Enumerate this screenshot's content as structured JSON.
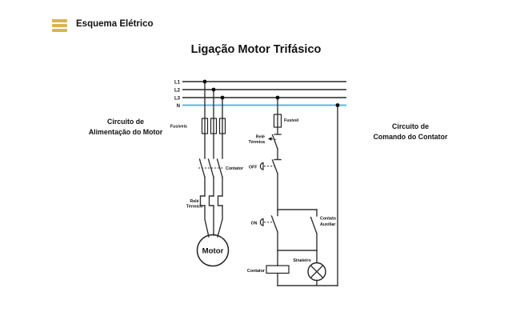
{
  "header": {
    "menu_icon": "hamburger-menu-icon",
    "app_title": "Esquema Elétrico"
  },
  "title": "Ligação Motor Trifásico",
  "colors": {
    "accent_gold": "#D9B452",
    "neutral_wire_blue": "#56B8E6",
    "wire_black": "#333333"
  },
  "bus": {
    "labels": [
      "L1",
      "L2",
      "L3",
      "N"
    ]
  },
  "sections": {
    "left": {
      "line1": "Circuito de",
      "line2": "Alimentação do Motor"
    },
    "right": {
      "line1": "Circuito de",
      "line2": "Comando do Contator"
    }
  },
  "components": {
    "fuses_left": "Fusíveis",
    "contactor_left": "Contator",
    "thermal_left_1": "Relé",
    "thermal_left_2": "Térmico",
    "motor": "Motor",
    "fuse_right": "Fusível",
    "thermal_right_1": "Relé",
    "thermal_right_2": "Térmica",
    "off": "OFF",
    "on": "ON",
    "aux_1": "Contato",
    "aux_2": "Auxiliar",
    "lamp": "Sinaleiro",
    "coil": "Contator"
  }
}
